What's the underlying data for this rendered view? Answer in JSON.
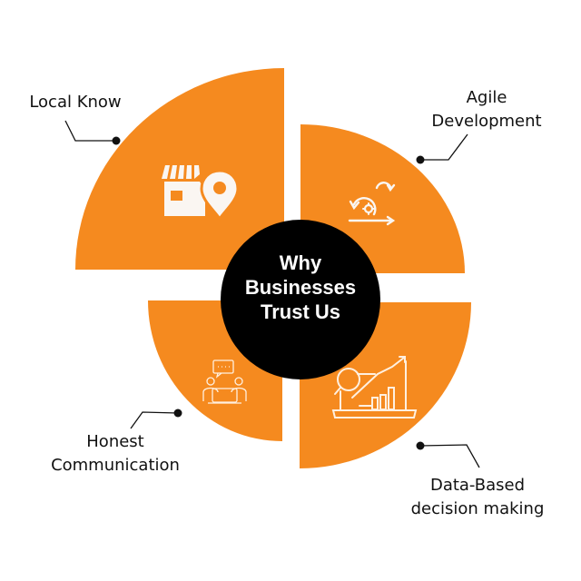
{
  "colors": {
    "segment_fill": "#F58A1F",
    "center_fill": "#000000",
    "center_text": "#FFFFFF",
    "label_text": "#111111",
    "icon_stroke": "#FFF3E6",
    "connector": "#111111"
  },
  "center": {
    "lines": [
      "Why",
      "Businesses",
      "Trust Us"
    ]
  },
  "segments": [
    {
      "id": "local-know",
      "position": "top-left",
      "label_lines": [
        "Local Know"
      ],
      "icon": "store-location-icon"
    },
    {
      "id": "agile-development",
      "position": "top-right",
      "label_lines": [
        "Agile",
        "Development"
      ],
      "icon": "agile-cycle-gear-icon"
    },
    {
      "id": "honest-communication",
      "position": "bottom-left",
      "label_lines": [
        "Honest",
        "Communication"
      ],
      "icon": "meeting-chat-icon"
    },
    {
      "id": "data-based-decision-making",
      "position": "bottom-right",
      "label_lines": [
        "Data-Based",
        "decision making"
      ],
      "icon": "analytics-laptop-icon"
    }
  ]
}
